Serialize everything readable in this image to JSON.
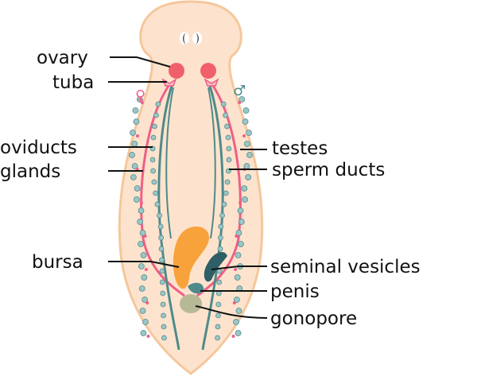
{
  "labels": {
    "ovary": "ovary",
    "tuba": "tuba",
    "oviducts": "oviducts",
    "glands": "glands",
    "testes": "testes",
    "sperm_ducts": "sperm ducts",
    "bursa": "bursa",
    "seminal_vesicles": "seminal vesicles",
    "penis": "penis",
    "gonopore": "gonopore"
  },
  "symbols": {
    "female": "♀",
    "male": "♂"
  },
  "colors": {
    "body": "#fde3cd",
    "outline": "#f5c79c",
    "female": "#ef5f86",
    "male": "#4f8a8b",
    "gland": "#9cc6c6",
    "bursa": "#f7a23a",
    "ovary": "#f0606c",
    "gonopore": "#b7b896"
  }
}
